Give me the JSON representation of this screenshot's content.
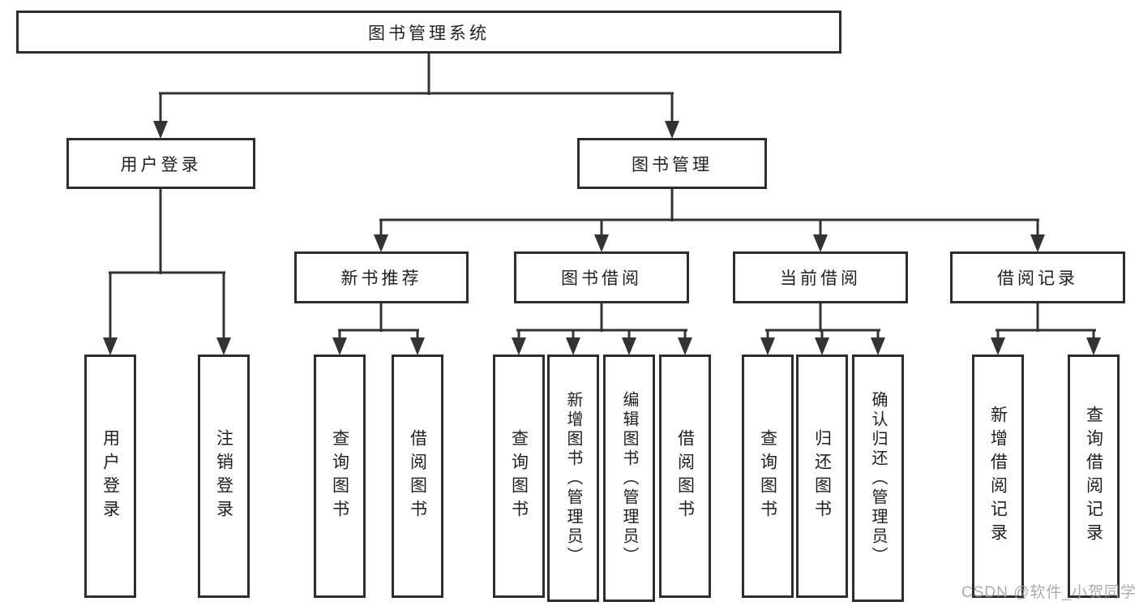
{
  "diagram": {
    "root": {
      "label": "图书管理系统"
    },
    "branches": [
      {
        "label": "用户登录",
        "children": [
          {
            "label": "用户登录"
          },
          {
            "label": "注销登录"
          }
        ]
      },
      {
        "label": "图书管理",
        "children": [
          {
            "label": "新书推荐",
            "children": [
              {
                "label": "查询图书"
              },
              {
                "label": "借阅图书"
              }
            ]
          },
          {
            "label": "图书借阅",
            "children": [
              {
                "label": "查询图书"
              },
              {
                "label": "新增图书（管理员）"
              },
              {
                "label": "编辑图书（管理员）"
              },
              {
                "label": "借阅图书"
              }
            ]
          },
          {
            "label": "当前借阅",
            "children": [
              {
                "label": "查询图书"
              },
              {
                "label": "归还图书"
              },
              {
                "label": "确认归还（管理员）"
              }
            ]
          },
          {
            "label": "借阅记录",
            "children": [
              {
                "label": "新增借阅记录"
              },
              {
                "label": "查询借阅记录"
              }
            ]
          }
        ]
      }
    ]
  },
  "watermark": {
    "text": "CSDN @软件_小贺同学"
  },
  "colors": {
    "line": "#333333",
    "box_border": "#2d2d2d",
    "text": "#1f1f1f",
    "watermark": "#9e9e9e",
    "background": "#ffffff"
  }
}
